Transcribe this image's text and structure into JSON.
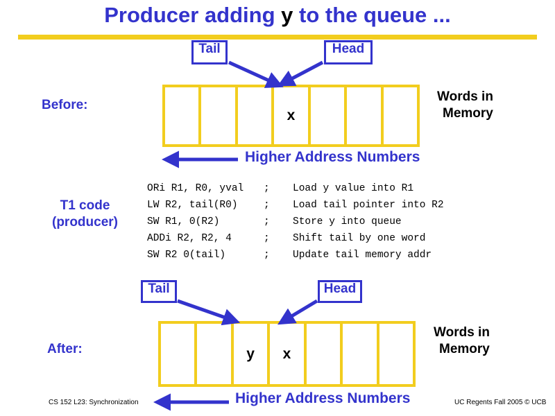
{
  "slide": {
    "title_pre": "Producer adding ",
    "title_var": "y",
    "title_post": " to the queue ...",
    "rule_color": "#F2CD1E",
    "accent_blue": "#3333CC"
  },
  "before": {
    "label": "Before:",
    "pointers": [
      {
        "name": "tail",
        "label": "Tail"
      },
      {
        "name": "head",
        "label": "Head"
      }
    ],
    "queue": {
      "cells": [
        "",
        "",
        "",
        "x",
        "",
        "",
        ""
      ]
    },
    "memory_label": "Words in\nMemory",
    "memory_label_line1": "Words in",
    "memory_label_line2": "Memory",
    "direction_label": "Higher Address Numbers"
  },
  "code": {
    "title_line1": "T1 code",
    "title_line2": "(producer)",
    "separator": ";",
    "lines": [
      {
        "instruction": "ORi R1, R0, yval",
        "comment": "Load y value into R1"
      },
      {
        "instruction": "LW R2, tail(R0)",
        "comment": "Load tail pointer into R2"
      },
      {
        "instruction": "SW R1, 0(R2)",
        "comment": "Store y into queue"
      },
      {
        "instruction": "ADDi R2, R2, 4",
        "comment": "Shift tail by one word"
      },
      {
        "instruction": "SW R2 0(tail)",
        "comment": "Update tail memory addr"
      }
    ]
  },
  "after": {
    "label": "After:",
    "pointers": [
      {
        "name": "tail",
        "label": "Tail"
      },
      {
        "name": "head",
        "label": "Head"
      }
    ],
    "queue": {
      "cells": [
        "",
        "",
        "y",
        "x",
        "",
        "",
        ""
      ]
    },
    "memory_label_line1": "Words in",
    "memory_label_line2": "Memory",
    "direction_label": "Higher Address Numbers"
  },
  "footer": {
    "left": "CS 152 L23: Synchronization",
    "right": "UC Regents Fall 2005 © UCB"
  }
}
